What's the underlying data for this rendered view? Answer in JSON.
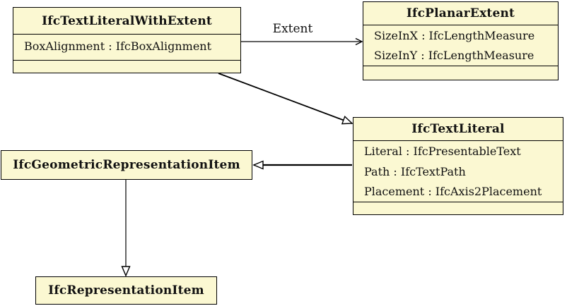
{
  "diagram": {
    "kind": "uml-class-diagram",
    "colors": {
      "background": "#ffffff",
      "box_fill": "#fbf8d2",
      "box_border": "#000000",
      "text": "#111111"
    },
    "classes": [
      {
        "name": "IfcTextLiteralWithExtent",
        "attributes": [
          "BoxAlignment : IfcBoxAlignment"
        ]
      },
      {
        "name": "IfcPlanarExtent",
        "attributes": [
          "SizeInX : IfcLengthMeasure",
          "SizeInY : IfcLengthMeasure"
        ]
      },
      {
        "name": "IfcTextLiteral",
        "attributes": [
          "Literal : IfcPresentableText",
          "Path : IfcTextPath",
          "Placement : IfcAxis2Placement"
        ]
      },
      {
        "name": "IfcGeometricRepresentationItem",
        "attributes": []
      },
      {
        "name": "IfcRepresentationItem",
        "attributes": []
      }
    ],
    "relationships": [
      {
        "type": "association",
        "label": "Extent",
        "from": "IfcTextLiteralWithExtent",
        "to": "IfcPlanarExtent"
      },
      {
        "type": "generalization",
        "from": "IfcTextLiteralWithExtent",
        "to": "IfcTextLiteral"
      },
      {
        "type": "generalization",
        "from": "IfcTextLiteral",
        "to": "IfcGeometricRepresentationItem"
      },
      {
        "type": "generalization",
        "from": "IfcGeometricRepresentationItem",
        "to": "IfcRepresentationItem"
      }
    ]
  }
}
